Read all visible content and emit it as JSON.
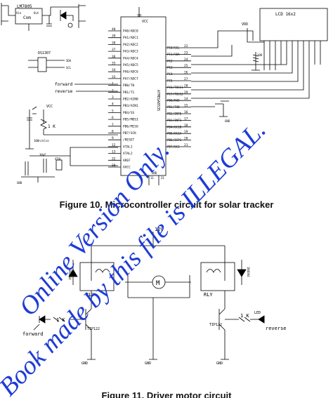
{
  "figure10": {
    "caption": "Figure 10. Microcontroller circuit for solar tracker",
    "mcu": {
      "part": "ATMEGA8535",
      "vcc": "VCC",
      "vcc_pin": "10",
      "left_pins": [
        {
          "num": "40",
          "name": "PA0/ADC0"
        },
        {
          "num": "39",
          "name": "PA1/ADC1"
        },
        {
          "num": "38",
          "name": "PA2/ADC2"
        },
        {
          "num": "37",
          "name": "PA3/ADC3"
        },
        {
          "num": "36",
          "name": "PA4/ADC4"
        },
        {
          "num": "35",
          "name": "PA5/ADC5"
        },
        {
          "num": "34",
          "name": "PA6/ADC6"
        },
        {
          "num": "33",
          "name": "PA7/ADC7"
        },
        {
          "num": "1",
          "name": "PB0/T0"
        },
        {
          "num": "2",
          "name": "PB1/T1"
        },
        {
          "num": "3",
          "name": "PB2/AIN0"
        },
        {
          "num": "4",
          "name": "PB3/AIN1"
        },
        {
          "num": "5",
          "name": "PB4/SS"
        },
        {
          "num": "6",
          "name": "PB5/MOSI"
        },
        {
          "num": "7",
          "name": "PB6/MISO"
        },
        {
          "num": "8",
          "name": "PB7/SCK"
        },
        {
          "num": "9",
          "name": "/RESET"
        },
        {
          "num": "12",
          "name": "XTAL1"
        },
        {
          "num": "13",
          "name": "XTAL2"
        },
        {
          "num": "32",
          "name": "AREF"
        },
        {
          "num": "30",
          "name": "AVCC"
        }
      ],
      "right_pins": [
        {
          "num": "22",
          "name": "PC0/SCL"
        },
        {
          "num": "23",
          "name": "PC1/SDA"
        },
        {
          "num": "24",
          "name": "PC2"
        },
        {
          "num": "25",
          "name": "PC3"
        },
        {
          "num": "26",
          "name": "PC4"
        },
        {
          "num": "27",
          "name": "PC5"
        },
        {
          "num": "28",
          "name": "PC6/TOSC1"
        },
        {
          "num": "29",
          "name": "PC7/TOSC2"
        },
        {
          "num": "14",
          "name": "PD0/RXD"
        },
        {
          "num": "15",
          "name": "PD1/TXD"
        },
        {
          "num": "16",
          "name": "PD2/INT0"
        },
        {
          "num": "17",
          "name": "PD3/INT1"
        },
        {
          "num": "18",
          "name": "PD4/OC1B"
        },
        {
          "num": "19",
          "name": "PD5/OC1A"
        },
        {
          "num": "20",
          "name": "PD6/ICP1"
        },
        {
          "num": "21",
          "name": "PD7/OC2"
        }
      ],
      "gnd_pins": [
        "11",
        "31"
      ],
      "gnd_label": "GND"
    },
    "regulator": "LM7805",
    "reg_pins": [
      "Vin",
      "Com",
      "Out"
    ],
    "rtc": "DS1307",
    "rtc_pins": [
      "SDA",
      "SCL"
    ],
    "lcd": "LCD 16x2",
    "lcd_pot": "10K",
    "forward": "forward",
    "reverse": "reverse",
    "resistor": "1 K",
    "cap_reset": "100n/elco",
    "cap_xtal": "30pF",
    "crystal": "XTAL",
    "vcc": "VCC",
    "vdd": "VDD",
    "gnd": "GND"
  },
  "figure11": {
    "caption": "Figure 11. Driver motor circuit",
    "supply": "12V",
    "relay": "RLY",
    "diode": "1N4004",
    "motor": "M",
    "transistor": "TIP122",
    "resistor": "1 K",
    "led": "LED",
    "forward": "forward",
    "reverse": "reverse",
    "gnd": "GND"
  },
  "watermark": {
    "line1": "Online Version Only.",
    "line2": "Book made by this file is ILLEGAL."
  }
}
